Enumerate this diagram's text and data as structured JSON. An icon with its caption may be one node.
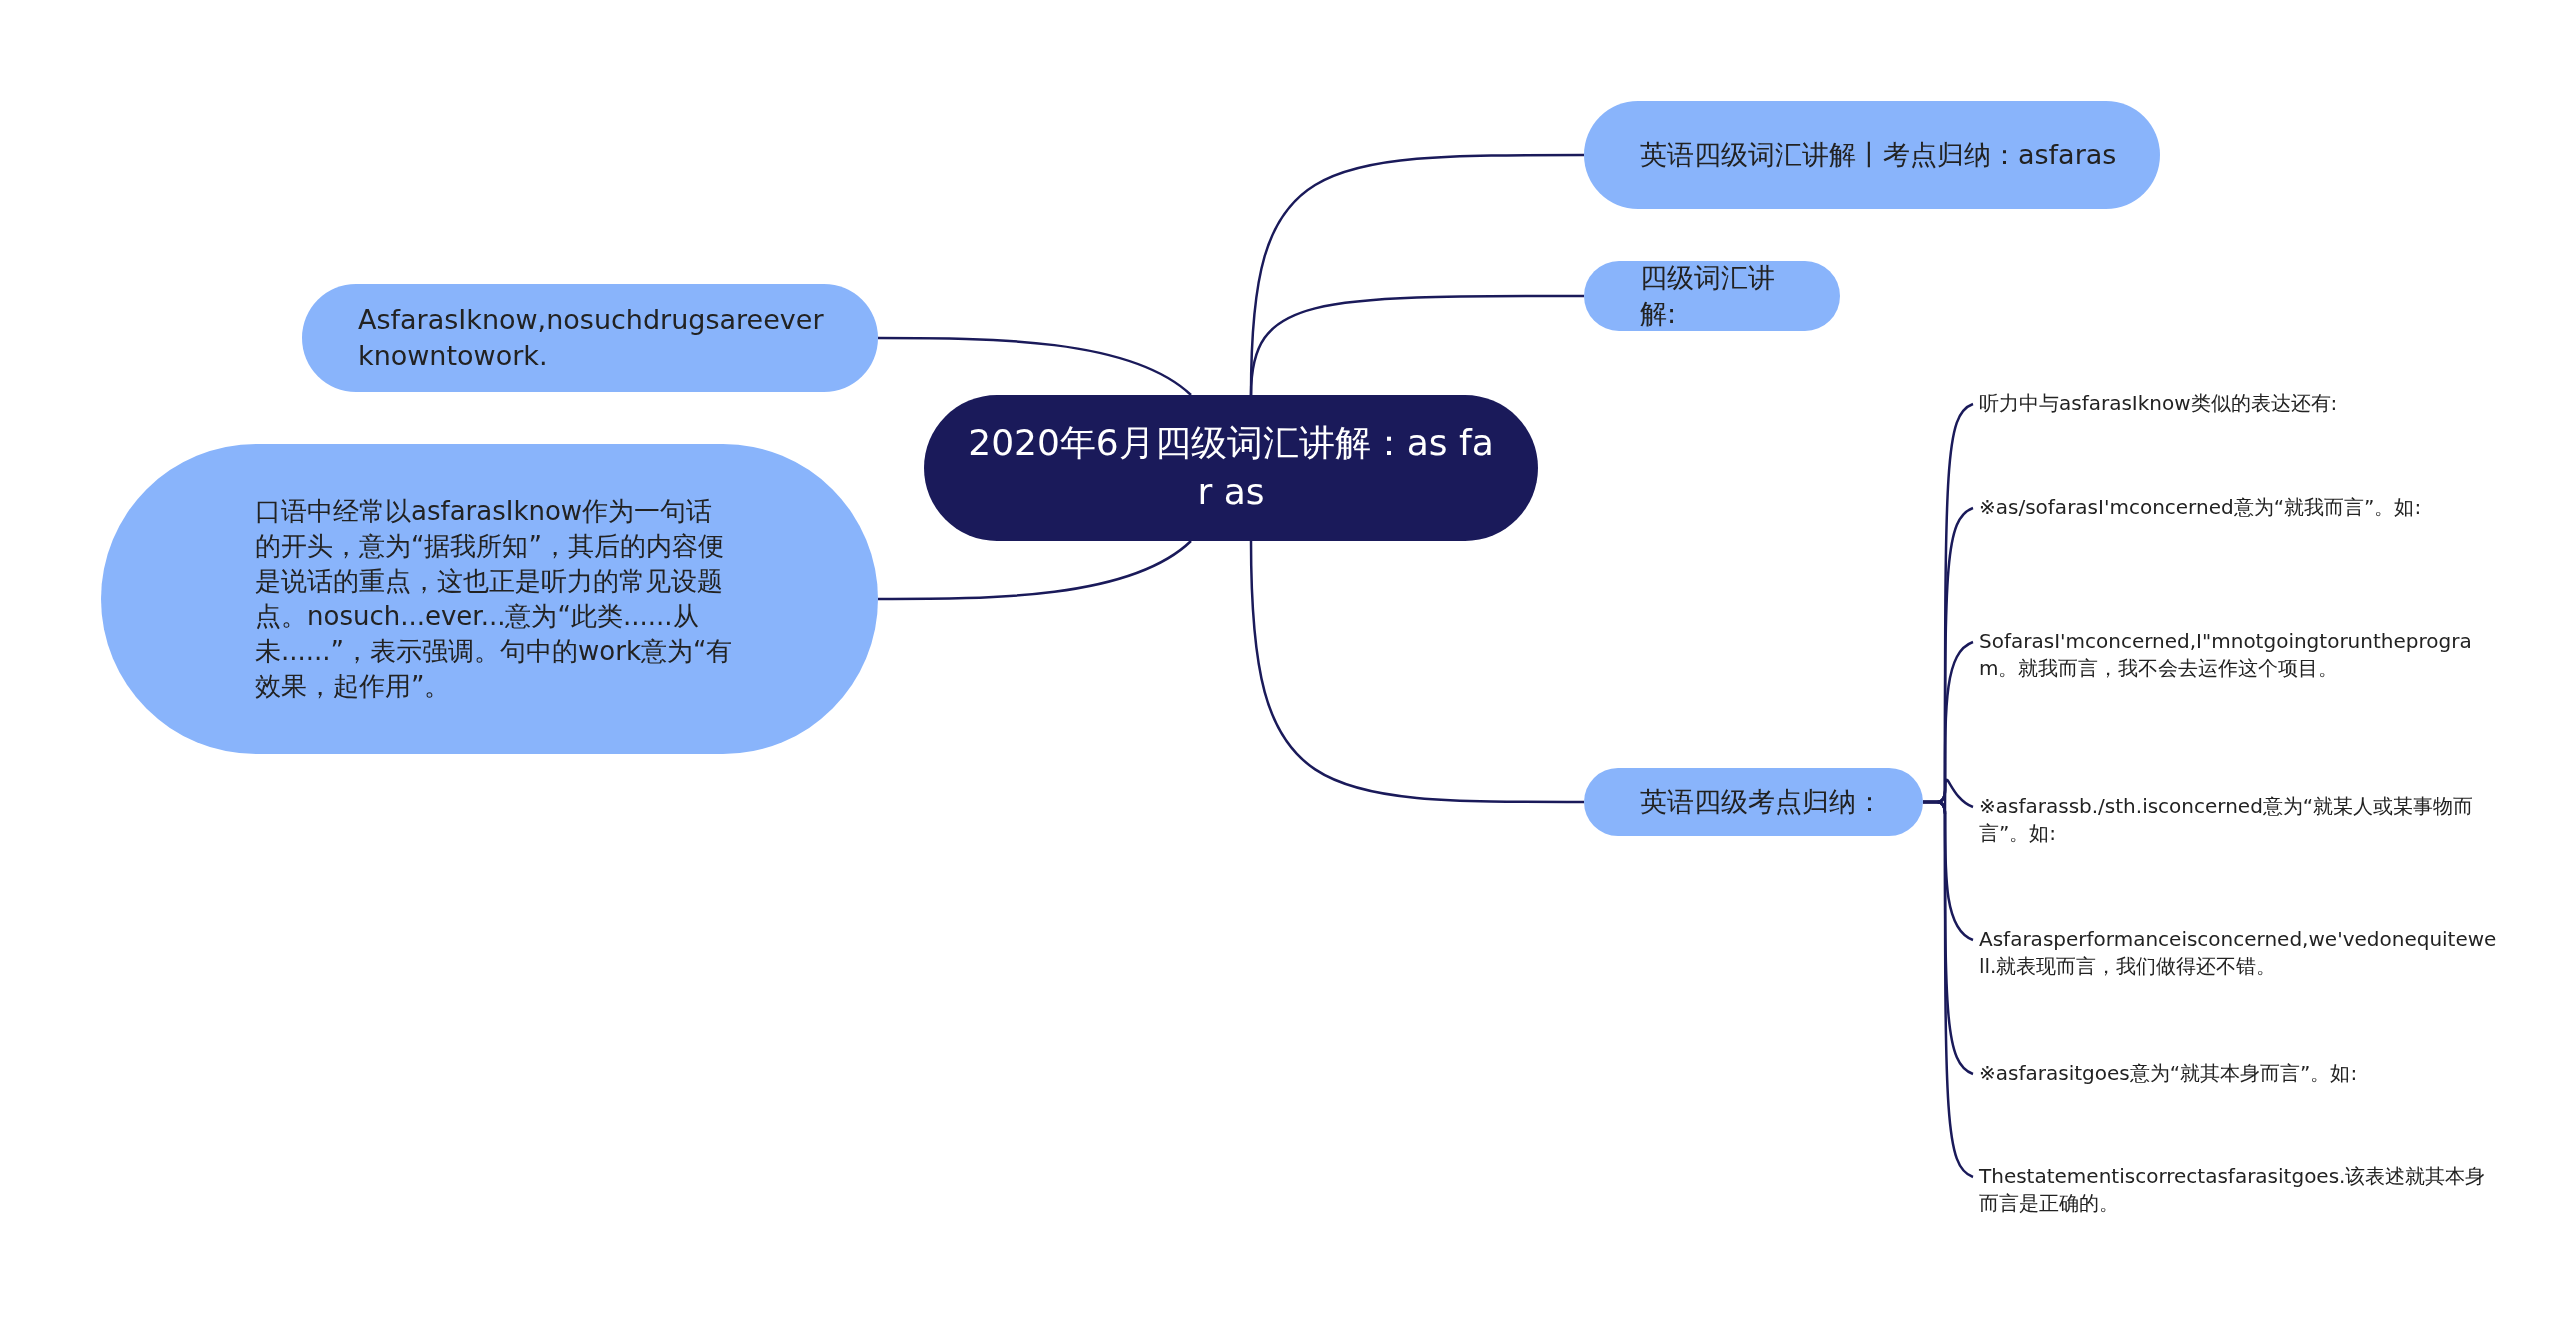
{
  "diagram": {
    "nodes": [
      {
        "text": [
          "2020年6月四级词汇讲解：as far as"
        ]
      },
      {
        "text": [
          "AsfarasIknow,nosuchdrugsareeverknowntowork."
        ]
      },
      {
        "text": [
          "口语中经常以asfarasIknow作为一句话的开头，意为“据我所知”，其后的内容便是说话的重点，这也正是听力的常见设题点。nosuch...ever...意为“此类......从未......”，表示强调。句中的work意为“有效果，起作用”。"
        ]
      },
      {
        "text": [
          "英语四级词汇讲解丨考点归纳：asfaras"
        ]
      },
      {
        "text": [
          "四级词汇讲解:"
        ]
      },
      {
        "text": [
          "英语四级考点归纳："
        ]
      },
      {
        "text": [
          "听力中与asfarasIknow类似的表达还有:"
        ]
      },
      {
        "text": [
          "※as/sofarasI'mconcerned意为“就我而言”。如:"
        ]
      },
      {
        "text": [
          "SofarasI'mconcerned,I\"mnotgoingtoruntheprogram。就我而言，我不会去运作这个项目。"
        ]
      },
      {
        "text": [
          "※asfarassb./sth.isconcerned意为“就某人或某事物而言”。如:"
        ]
      },
      {
        "text": [
          "Asfarasperformanceisconcerned,we'vedonequitewell.就表现而言，我们做得还不错。"
        ]
      },
      {
        "text": [
          "※asfarasitgoes意为“就其本身而言”。如:"
        ]
      },
      {
        "text": [
          "Thestatementiscorrectasfarasitgoes.该表述就其本身而言是正确的。"
        ]
      }
    ],
    "edges": [
      {
        "from": 0,
        "to": 1,
        "arrow": "none"
      },
      {
        "from": 0,
        "to": 2,
        "arrow": "none"
      },
      {
        "from": 0,
        "to": 3,
        "arrow": "none"
      },
      {
        "from": 0,
        "to": 4,
        "arrow": "none"
      },
      {
        "from": 0,
        "to": 5,
        "arrow": "none"
      },
      {
        "from": 5,
        "to": 6,
        "arrow": "none"
      },
      {
        "from": 5,
        "to": 7,
        "arrow": "none"
      },
      {
        "from": 5,
        "to": 8,
        "arrow": "none"
      },
      {
        "from": 5,
        "to": 9,
        "arrow": "none"
      },
      {
        "from": 5,
        "to": 10,
        "arrow": "none"
      },
      {
        "from": 5,
        "to": 11,
        "arrow": "none"
      },
      {
        "from": 5,
        "to": 12,
        "arrow": "none"
      }
    ]
  }
}
